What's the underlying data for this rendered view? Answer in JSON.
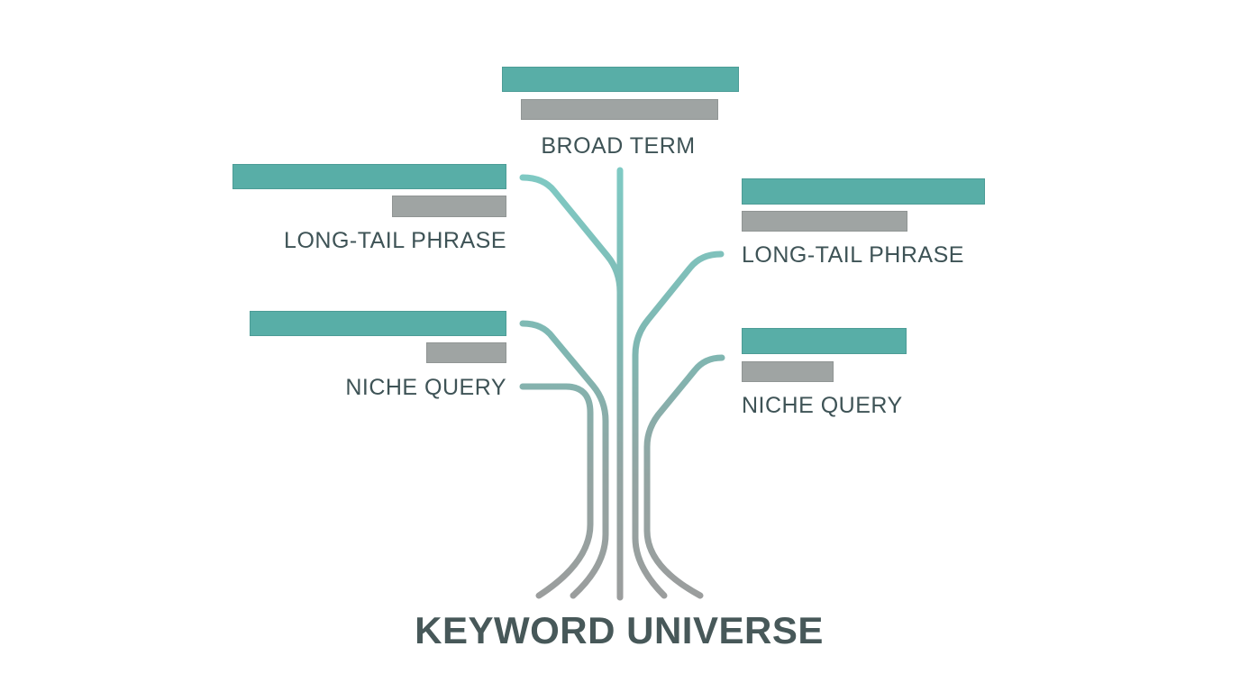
{
  "diagram": {
    "title": "KEYWORD UNIVERSE",
    "nodes": [
      {
        "id": "broad-term",
        "label": "BROAD TERM",
        "side": "top"
      },
      {
        "id": "long-tail-left",
        "label": "LONG-TAIL PHRASE",
        "side": "left"
      },
      {
        "id": "long-tail-right",
        "label": "LONG-TAIL PHRASE",
        "side": "right"
      },
      {
        "id": "niche-left",
        "label": "NICHE QUERY",
        "side": "left"
      },
      {
        "id": "niche-right",
        "label": "NICHE QUERY",
        "side": "right"
      }
    ]
  },
  "colors": {
    "teal": "#58AEA7",
    "bar_gray": "#9FA4A3",
    "line_teal": "#7FCAC4",
    "line_mid": "#7FB7B2",
    "line_fade": "#93A4A2",
    "line_gray": "#9B9D9D",
    "label_text": "#3E5356",
    "title_text": "#475859",
    "background": "#FFFFFF"
  }
}
